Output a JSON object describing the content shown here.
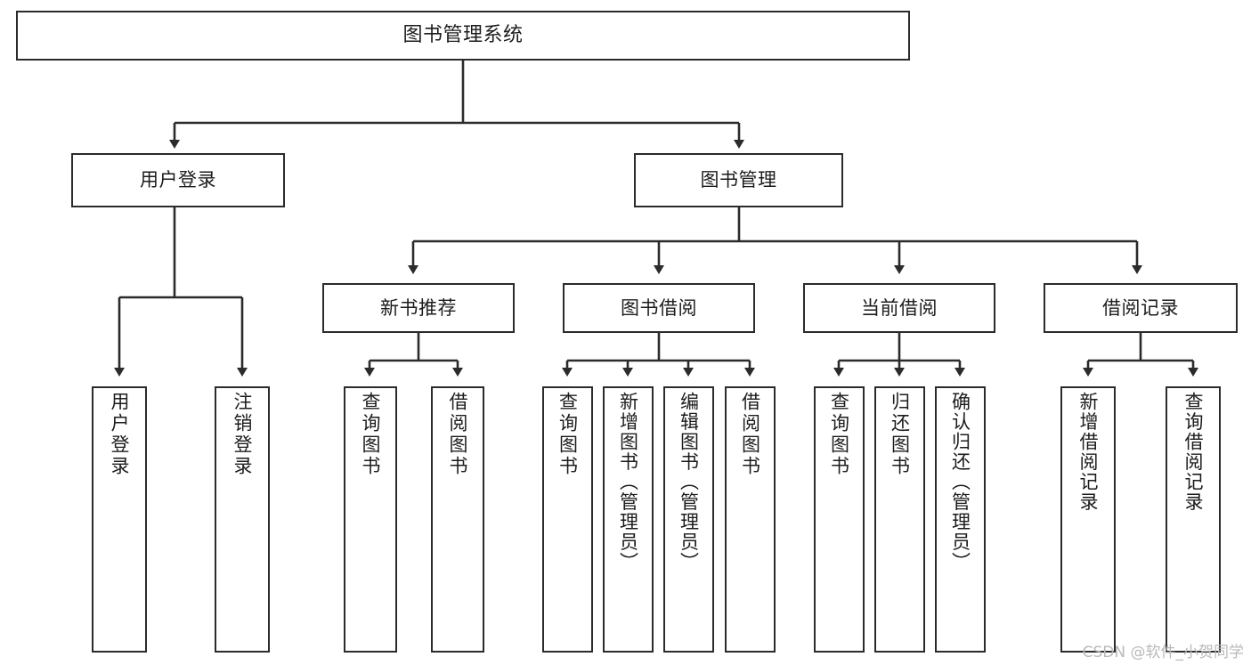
{
  "diagram": {
    "title": "图书管理系统",
    "type": "tree-hierarchy",
    "watermark": "CSDN @软件_小贺同学",
    "colors": {
      "background": "#ffffff",
      "stroke": "#2b2b2b",
      "text": "#1c1c1c",
      "watermark": "#b9b9b9"
    },
    "root": {
      "label": "图书管理系统"
    },
    "level2": [
      {
        "id": "user-login",
        "label": "用户登录"
      },
      {
        "id": "book-manage",
        "label": "图书管理"
      }
    ],
    "level3": [
      {
        "id": "new-book-recommend",
        "label": "新书推荐"
      },
      {
        "id": "book-borrow",
        "label": "图书借阅"
      },
      {
        "id": "current-borrow",
        "label": "当前借阅"
      },
      {
        "id": "borrow-record",
        "label": "借阅记录"
      }
    ],
    "leaves": {
      "user_login": [
        {
          "id": "leaf-user-login",
          "label": "用户登录"
        },
        {
          "id": "leaf-logout-login",
          "label": "注销登录"
        }
      ],
      "new_book_recommend": [
        {
          "id": "leaf-query-book-1",
          "label": "查询图书"
        },
        {
          "id": "leaf-borrow-book-1",
          "label": "借阅图书"
        }
      ],
      "book_borrow": [
        {
          "id": "leaf-query-book-2",
          "label": "查询图书"
        },
        {
          "id": "leaf-add-book",
          "label": "新增图书（管理员）"
        },
        {
          "id": "leaf-edit-book",
          "label": "编辑图书（管理员）"
        },
        {
          "id": "leaf-borrow-book-2",
          "label": "借阅图书"
        }
      ],
      "current_borrow": [
        {
          "id": "leaf-query-book-3",
          "label": "查询图书"
        },
        {
          "id": "leaf-return-book",
          "label": "归还图书"
        },
        {
          "id": "leaf-confirm-return",
          "label": "确认归还（管理员）"
        }
      ],
      "borrow_record": [
        {
          "id": "leaf-add-record",
          "label": "新增借阅记录"
        },
        {
          "id": "leaf-query-record",
          "label": "查询借阅记录"
        }
      ]
    }
  }
}
